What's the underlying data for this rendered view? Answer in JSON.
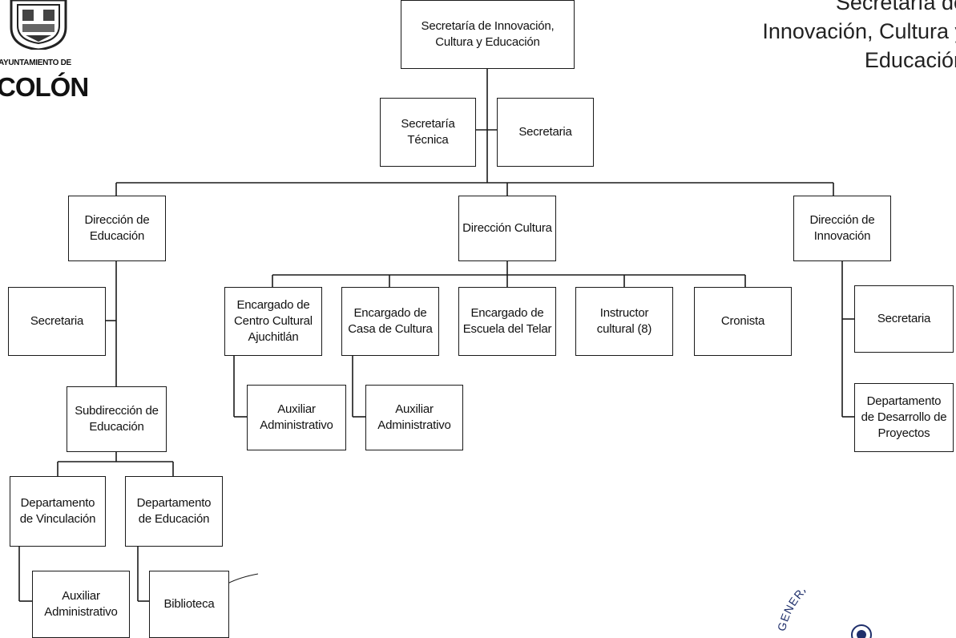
{
  "header": {
    "title": "Secretaría de\nInnovación, Cultura y\nEducación",
    "logo_line1": "AYUNTAMIENTO DE",
    "logo_line2": "COLÓN"
  },
  "seal": {
    "text": "GENERAL SECRETARÍA DE"
  },
  "org": {
    "root": "Secretaría de Innovación,\nCultura y Educación",
    "secretaria_tecnica": "Secretaría\nTécnica",
    "secretaria_root": "Secretaria",
    "dir_educacion": "Dirección de\nEducación",
    "dir_cultura": "Dirección Cultura",
    "dir_innovacion": "Dirección de\nInnovación",
    "edu_secretaria": "Secretaria",
    "subdir_educacion": "Subdirección de\nEducación",
    "depto_vinculacion": "Departamento\nde Vinculación",
    "depto_educacion": "Departamento\nde Educación",
    "aux_vinculacion": "Auxiliar\nAdministrativo",
    "biblioteca": "Biblioteca",
    "enc_centro_cultural": "Encargado de\nCentro Cultural\nAjuchitlán",
    "enc_casa_cultura": "Encargado de\nCasa de Cultura",
    "enc_escuela_telar": "Encargado de\nEscuela del Telar",
    "instructor": "Instructor\ncultural (8)",
    "cronista": "Cronista",
    "aux_centro": "Auxiliar\nAdministrativo",
    "aux_casa": "Auxiliar\nAdministrativo",
    "innov_secretaria": "Secretaria",
    "depto_desarrollo": "Departamento\nde Desarrollo de\nProyectos"
  }
}
